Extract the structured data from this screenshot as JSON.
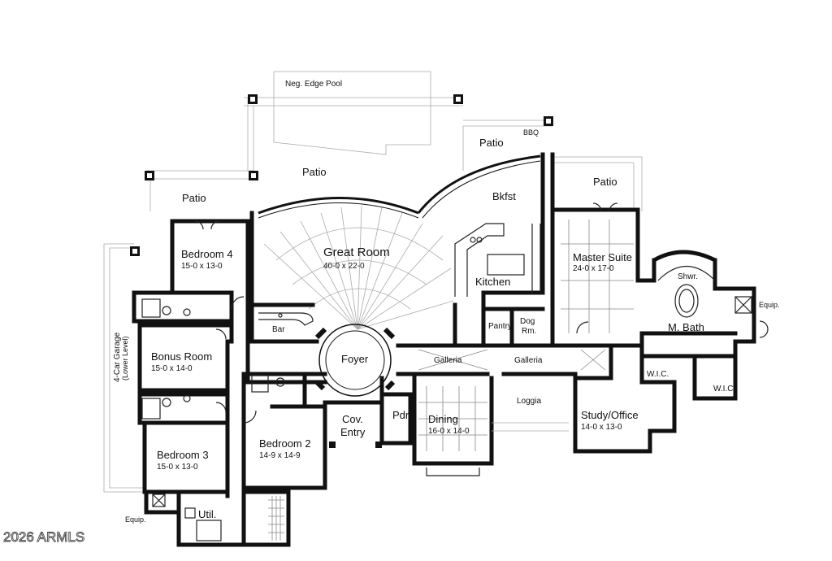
{
  "rooms": {
    "pool": "Neg. Edge Pool",
    "bbq": "BBQ",
    "patio_center": "Patio",
    "patio_left": "Patio",
    "patio_bkfst": "Patio",
    "patio_right": "Patio",
    "bkfst": "Bkfst",
    "great_room": "Great Room",
    "great_room_dim": "40-0 x 22-0",
    "kitchen": "Kitchen",
    "pantry": "Pantry",
    "dog_room_1": "Dog",
    "dog_room_2": "Rm.",
    "master_suite": "Master Suite",
    "master_suite_dim": "24-0 x 17-0",
    "shower": "Shwr.",
    "master_bath": "M. Bath",
    "equip_right": "Equip.",
    "wic_1": "W.I.C.",
    "wic_2": "W.I.C.",
    "bedroom4": "Bedroom 4",
    "bedroom4_dim": "15-0 x 13-0",
    "bar": "Bar",
    "foyer": "Foyer",
    "galleria_left": "Galleria",
    "galleria_right": "Galleria",
    "loggia": "Loggia",
    "garage_1": "4-Car Garage",
    "garage_2": "(Lower Level)",
    "bonus_room": "Bonus Room",
    "bonus_room_dim": "15-0 x 14-0",
    "bedroom3": "Bedroom 3",
    "bedroom3_dim": "15-0 x 13-0",
    "bedroom2": "Bedroom 2",
    "bedroom2_dim": "14-9 x 14-9",
    "cov_entry_1": "Cov.",
    "cov_entry_2": "Entry",
    "powder": "Pdr.",
    "dining": "Dining",
    "dining_dim": "16-0 x 14-0",
    "study": "Study/Office",
    "study_dim": "14-0 x 13-0",
    "utility": "Util.",
    "equip_left": "Equip."
  },
  "watermark": "2026 ARMLS"
}
